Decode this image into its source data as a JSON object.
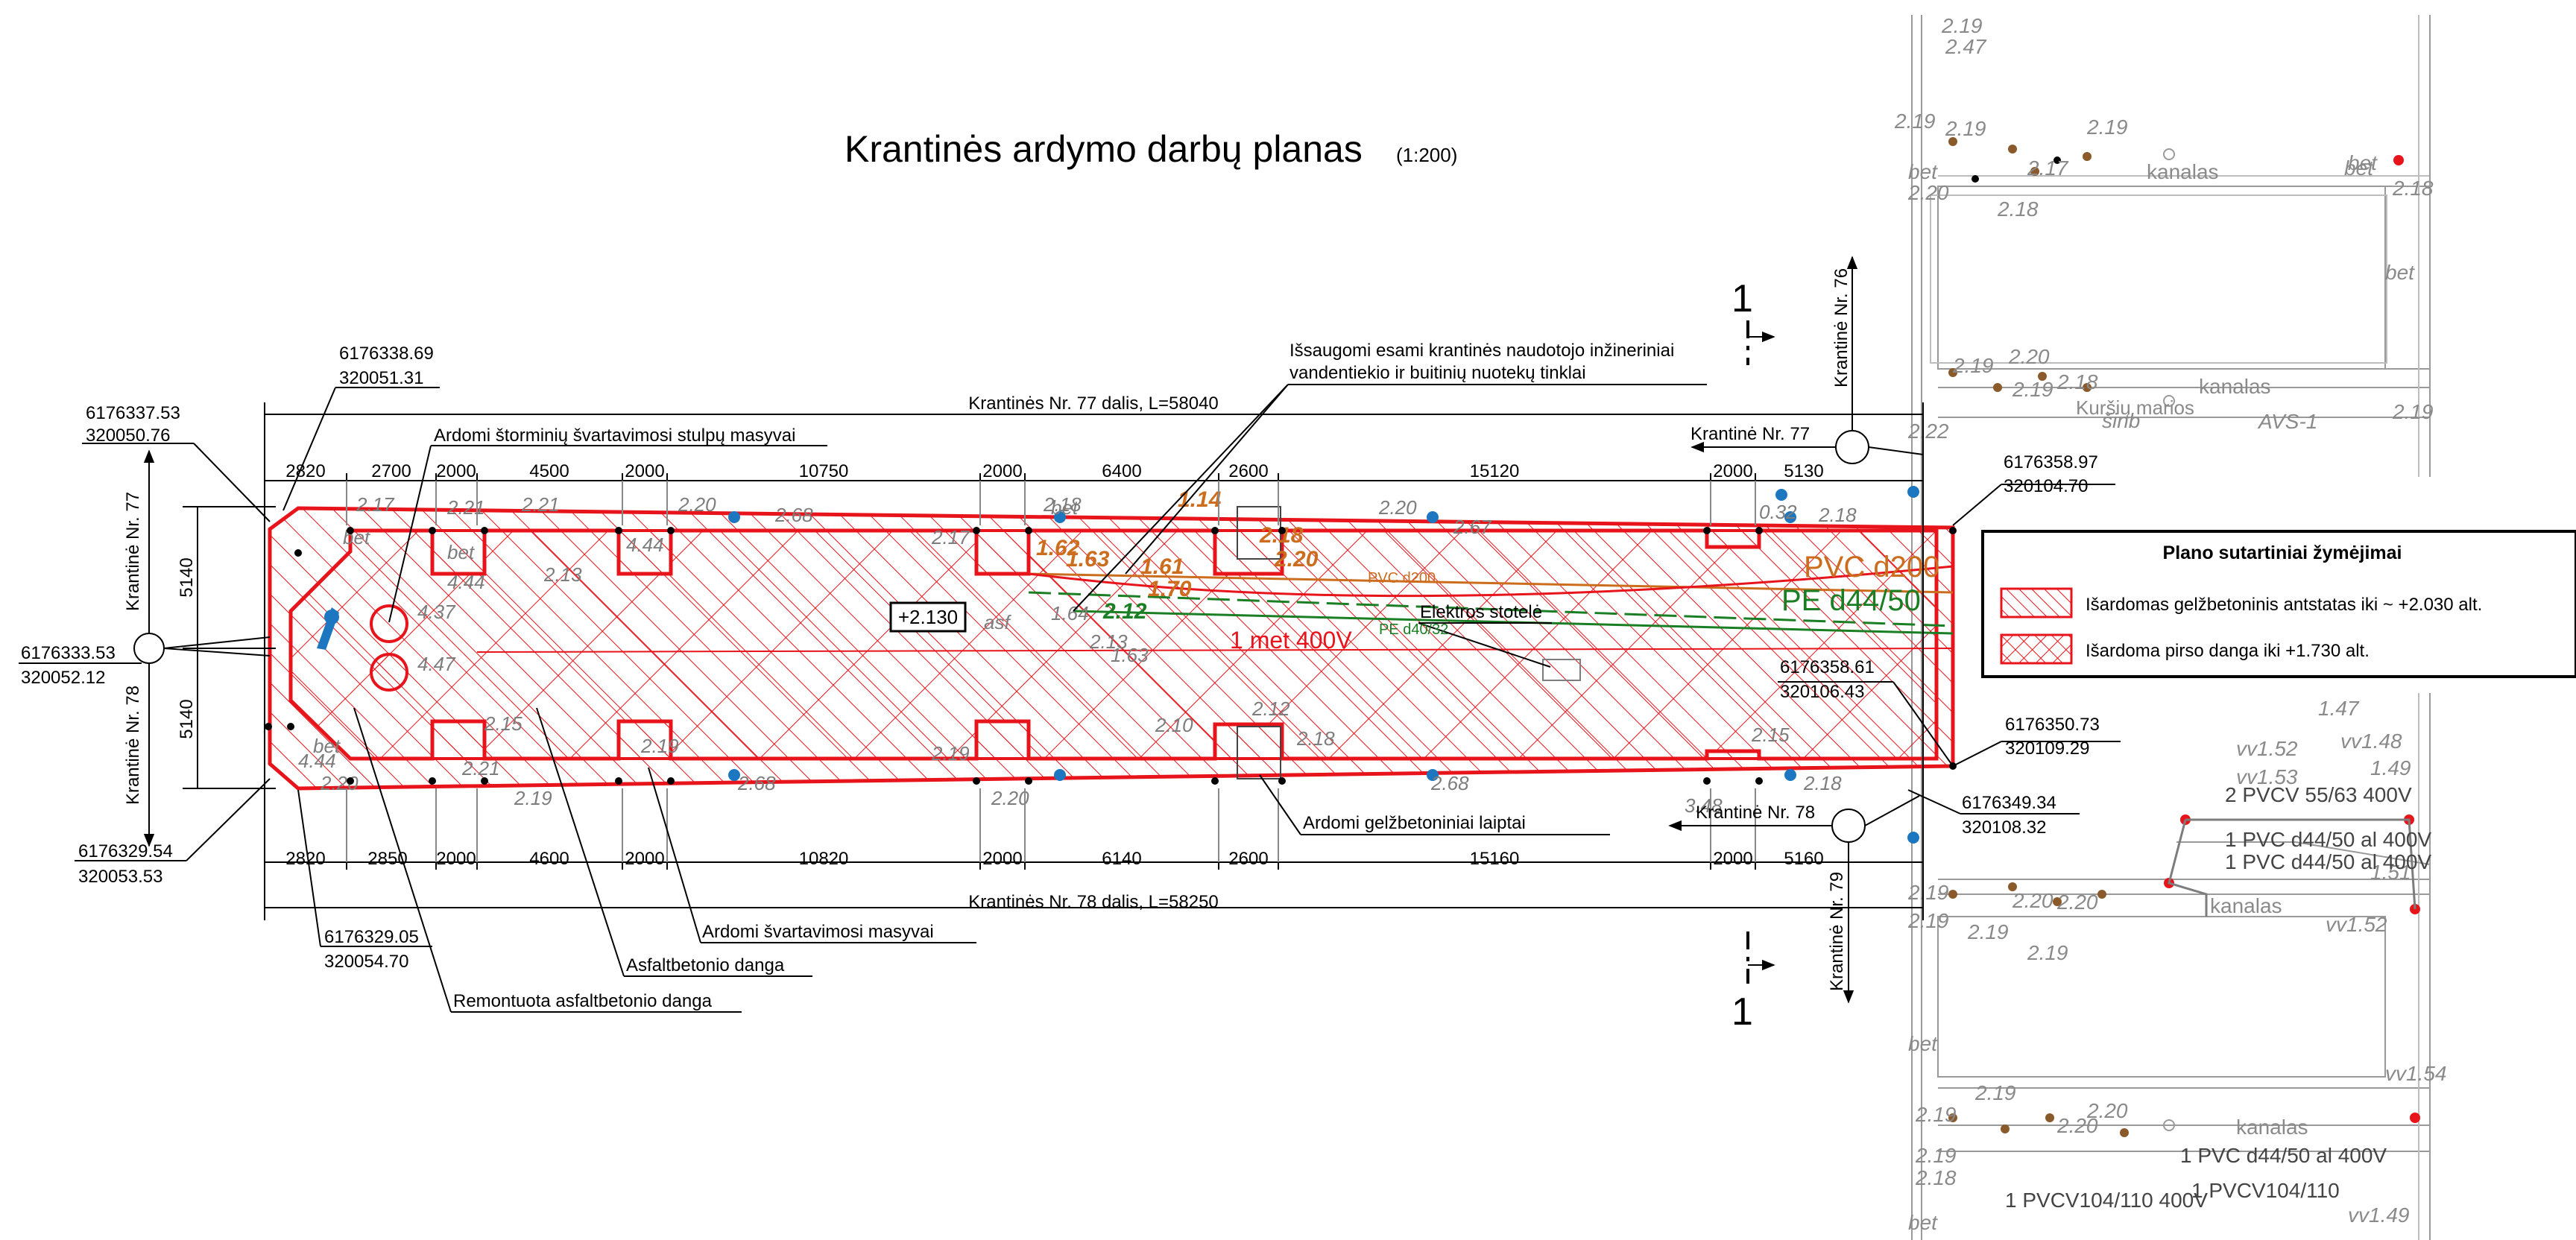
{
  "title": "Krantinės ardymo darbų planas",
  "scale": "(1:200)",
  "top_edge_label": "Krantinės Nr. 77 dalis, L=58040",
  "bottom_edge_label": "Krantinės Nr. 78 dalis, L=58250",
  "top_dims": [
    "2820",
    "2700",
    "2000",
    "4500",
    "2000",
    "10750",
    "2000",
    "6400",
    "2600",
    "15120",
    "2000",
    "5130"
  ],
  "bottom_dims": [
    "2820",
    "2850",
    "2000",
    "4600",
    "2000",
    "10820",
    "2000",
    "6140",
    "2600",
    "15160",
    "2000",
    "5160"
  ],
  "side_dims": [
    "5140",
    "5140"
  ],
  "quay_labels": {
    "left_top": "Krantinė Nr. 77",
    "left_bottom": "Krantinė Nr. 78",
    "right_top_vertical": "Krantinė Nr. 76",
    "right_top_arrow": "Krantinė Nr. 77",
    "right_bottom_arrow": "Krantinė Nr. 78",
    "right_bottom_vertical": "Krantinė Nr. 79"
  },
  "coordinates": [
    {
      "x": "6176338.69",
      "y": "320051.31"
    },
    {
      "x": "6176337.53",
      "y": "320050.76"
    },
    {
      "x": "6176333.53",
      "y": "320052.12"
    },
    {
      "x": "6176329.54",
      "y": "320053.53"
    },
    {
      "x": "6176329.05",
      "y": "320054.70"
    },
    {
      "x": "6176358.97",
      "y": "320104.70"
    },
    {
      "x": "6176358.61",
      "y": "320106.43"
    },
    {
      "x": "6176350.73",
      "y": "320109.29"
    },
    {
      "x": "6176349.34",
      "y": "320108.32"
    }
  ],
  "callouts": {
    "bollard_masses": "Ardomi štorminių švartavimosi stulpų masyvai",
    "networks_line1": "Išsaugomi esami krantinės naudotojo inžineriniai",
    "networks_line2": "vandentiekio ir buitinių nuotekų tinklai",
    "stairs": "Ardomi gelžbetoniniai laiptai",
    "mooring_masses": "Ardomi švartavimosi masyvai",
    "asphalt": "Asfaltbetonio danga",
    "repaired_asphalt": "Remontuota asfaltbetonio danga",
    "elevation": "+2.130",
    "electro_station": "Elektros stotelė",
    "cable": "1 met 400V",
    "pvc_small": "PVC d200",
    "pe_small": "PE d40/32"
  },
  "big_labels": {
    "pvc": "PVC d200",
    "pe": "PE d44/50"
  },
  "section_mark": "1",
  "legend": {
    "title": "Plano sutartiniai žymėjimai",
    "items": [
      {
        "label": "Išardomas gelžbetoninis antstatas iki ~ +2.030 alt."
      },
      {
        "label": "Išardoma pirso danga iki +1.730 alt."
      }
    ]
  },
  "map_labels": {
    "sea": "Kuršių marios",
    "kanalas": "kanalas",
    "bet": "bet",
    "avs": "AVS-1",
    "pvcv_1": "2 PVCV 55/63 400V",
    "pvc_1": "1 PVC d44/50  al 400V",
    "pvc_2": "1 PVC d44/50  al 400V",
    "pvcv_2": "1 PVCV104/110 400V",
    "pvc_3": "1 PVC d44/50  al 400V",
    "pvcv_3": "1 PVCV104/110"
  },
  "colors": {
    "red": "#e8141b",
    "orange": "#cc6d1e",
    "green": "#1a7f24",
    "blue": "#1d77c0",
    "grey": "#7d7d7d"
  }
}
